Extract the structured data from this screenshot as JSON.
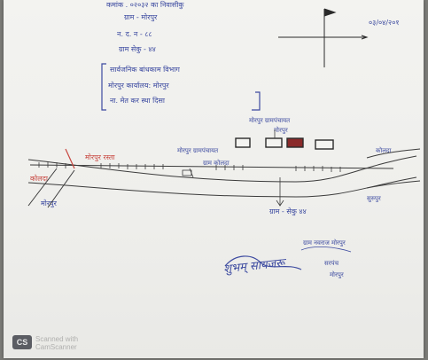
{
  "header": {
    "line1": "कमांक . ०२०३२ का निवासीकु",
    "line2": "ग्राम - मोरपुर",
    "line3": "न. द. न - ८८",
    "line4": "ग्राम सेकु - ४४",
    "date": "०३/०४/२०१"
  },
  "note_box": {
    "line1": "सार्वजनिक बांधकाम विभाग",
    "line2": "मोरपुर कार्यालय: मोरपुर",
    "line3": "ना. मेत कर स्था दिसा"
  },
  "map": {
    "red_label_left": "मोरपुर रस्ता",
    "red_label_far_left": "कोलदा",
    "building_label": "मोरपुर ग्रामपंचायत",
    "building_label_2": "मोरपुर",
    "mid_label": "मोरपुर ग्रामपंचायत",
    "mid_label_2": "ग्राम कोलदा",
    "right_label_top": "कोलदा",
    "right_label_bottom": "सुरुपुर",
    "left_bottom_label": "मोरपुर",
    "below_road_label": "ग्राम - सेकु ४४"
  },
  "signatures": {
    "right_title": "ग्राम नवराज मोरपुर",
    "right_line2": "सरपंच",
    "right_line3": "मोरपुर",
    "left_sig": "शुभम् सायजरू"
  },
  "watermark": {
    "badge": "CS",
    "line1": "Scanned with",
    "line2": "CamScanner"
  },
  "colors": {
    "ink": "#3c4aa0",
    "red_ink": "#c8463f",
    "dark_ink": "#2a2a2a",
    "background": "#7a7a76",
    "paper": "#f1f1ee"
  }
}
